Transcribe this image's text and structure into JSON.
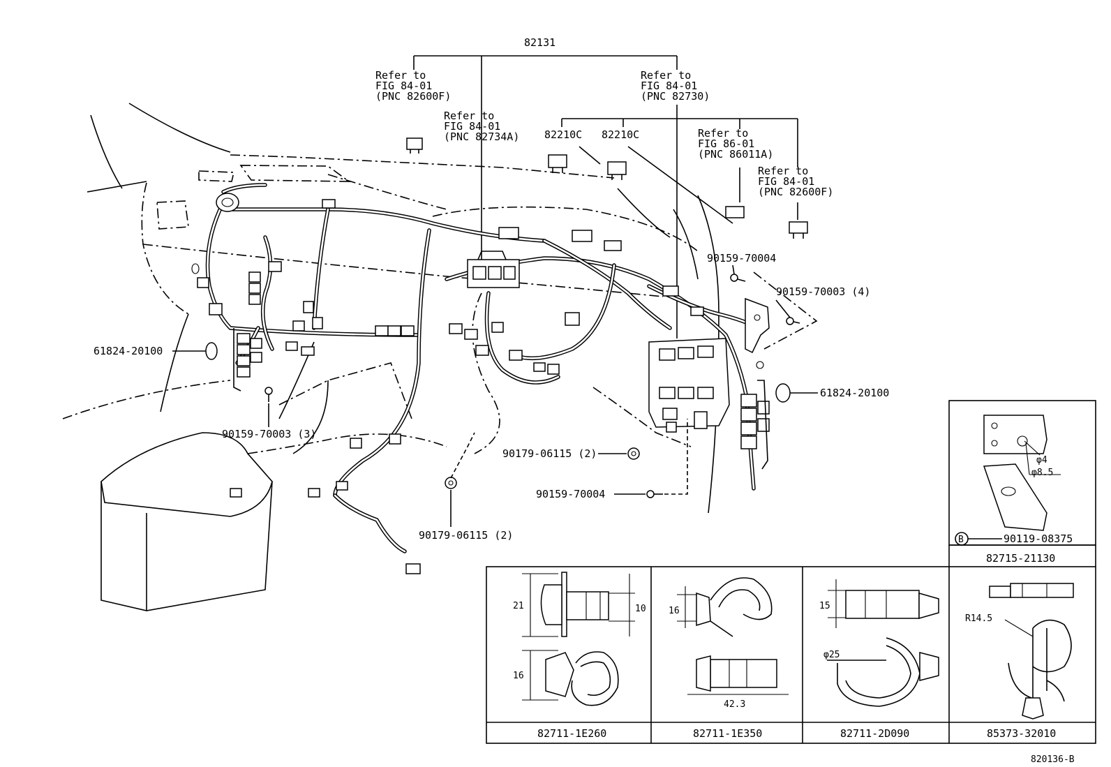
{
  "diagram": {
    "figure_code": "820136-B",
    "top_part": "82131",
    "refs": [
      {
        "line1": "Refer  to",
        "line2": "FIG  84-01",
        "line3": "(PNC 82600F)"
      },
      {
        "line1": "Refer  to",
        "line2": "FIG  84-01",
        "line3": "(PNC 82734A)"
      },
      {
        "line1": "Refer  to",
        "line2": "FIG  84-01",
        "line3": "(PNC 82730)"
      },
      {
        "line1": "Refer  to",
        "line2": "FIG  86-01",
        "line3": "(PNC 86011A)"
      },
      {
        "line1": "Refer  to",
        "line2": "FIG  84-01",
        "line3": "(PNC 82600F)"
      }
    ],
    "parts": {
      "p82210c_a": "82210C",
      "p82210c_b": "82210C",
      "p90159_70004_top": "90159-70004",
      "p90159_70003_4": "90159-70003 (4)",
      "p61824_left": "61824-20100",
      "p61824_right": "61824-20100",
      "p90159_70003_3": "90159-70003 (3)",
      "p90179_06115_a": "90179-06115 (2)",
      "p90159_70004_bot": "90159-70004",
      "p90179_06115_b": "90179-06115 (2)"
    },
    "inset_top": {
      "dim_a": "φ4",
      "dim_b": "φ8.5",
      "bolt_marker": "B",
      "bolt_part": "90119-08375",
      "part": "82715-21130"
    },
    "clips": [
      {
        "part": "82711-1E260",
        "dim1": "21",
        "dim2": "10",
        "dim3": "16"
      },
      {
        "part": "82711-1E350",
        "dim1": "16",
        "dim2": "42.3"
      },
      {
        "part": "82711-2D090",
        "dim1": "15",
        "dim2": "φ25"
      },
      {
        "part": "85373-32010",
        "dim1": "R14.5"
      }
    ]
  }
}
